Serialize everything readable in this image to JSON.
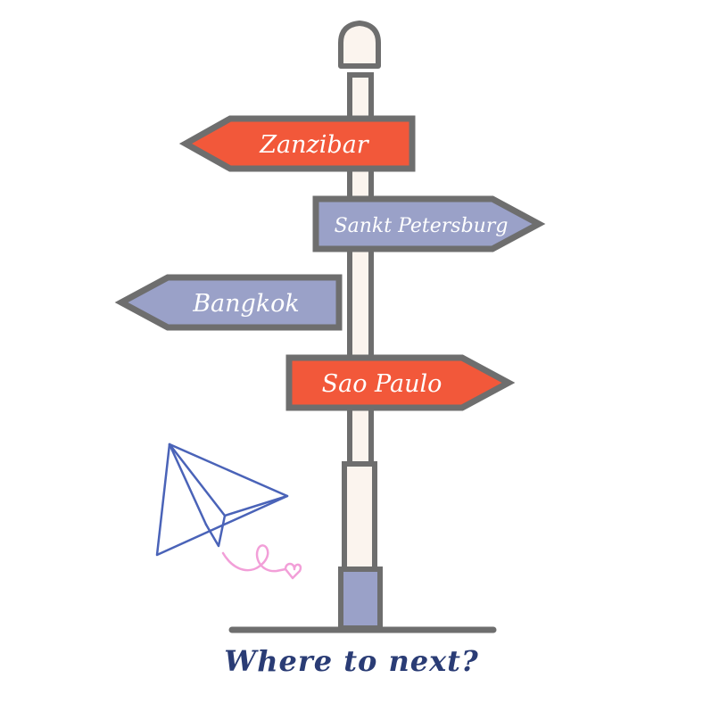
{
  "signs": [
    {
      "label": "Zanzibar",
      "direction": "left",
      "color": "#f2583a"
    },
    {
      "label": "Sankt Petersburg",
      "direction": "right",
      "color": "#9aa1c8"
    },
    {
      "label": "Bangkok",
      "direction": "left",
      "color": "#9aa1c8"
    },
    {
      "label": "Sao Paulo",
      "direction": "right",
      "color": "#f2583a"
    }
  ],
  "caption": "Where to next?",
  "icons": {
    "paper_plane": "paper-plane-icon",
    "heart_trail": "heart-trail-icon"
  },
  "colors": {
    "outline": "#6e6e6e",
    "pole": "#fbf4ee",
    "pole_base": "#9aa1c8",
    "plane": "#4a63b8",
    "trail": "#f29fd8",
    "caption": "#2a3c75"
  }
}
